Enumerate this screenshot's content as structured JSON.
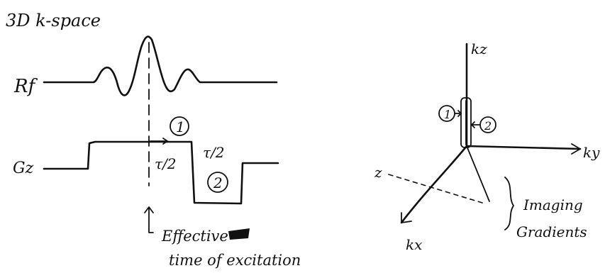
{
  "title": "3D k-space",
  "labels": {
    "rf": "Rf",
    "gz": "Gz",
    "tau_half_1": "τ/2",
    "tau_half_2": "τ/2",
    "circle_1": "1",
    "circle_2": "2",
    "note_line1": "Effective",
    "note_line2": "time of excitation",
    "kz": "kz",
    "ky": "ky",
    "kx": "kx",
    "z_axis": "z",
    "caption_line1": "Imaging",
    "caption_line2": "Gradients",
    "k_circle_1": "1",
    "k_circle_2": "2"
  }
}
